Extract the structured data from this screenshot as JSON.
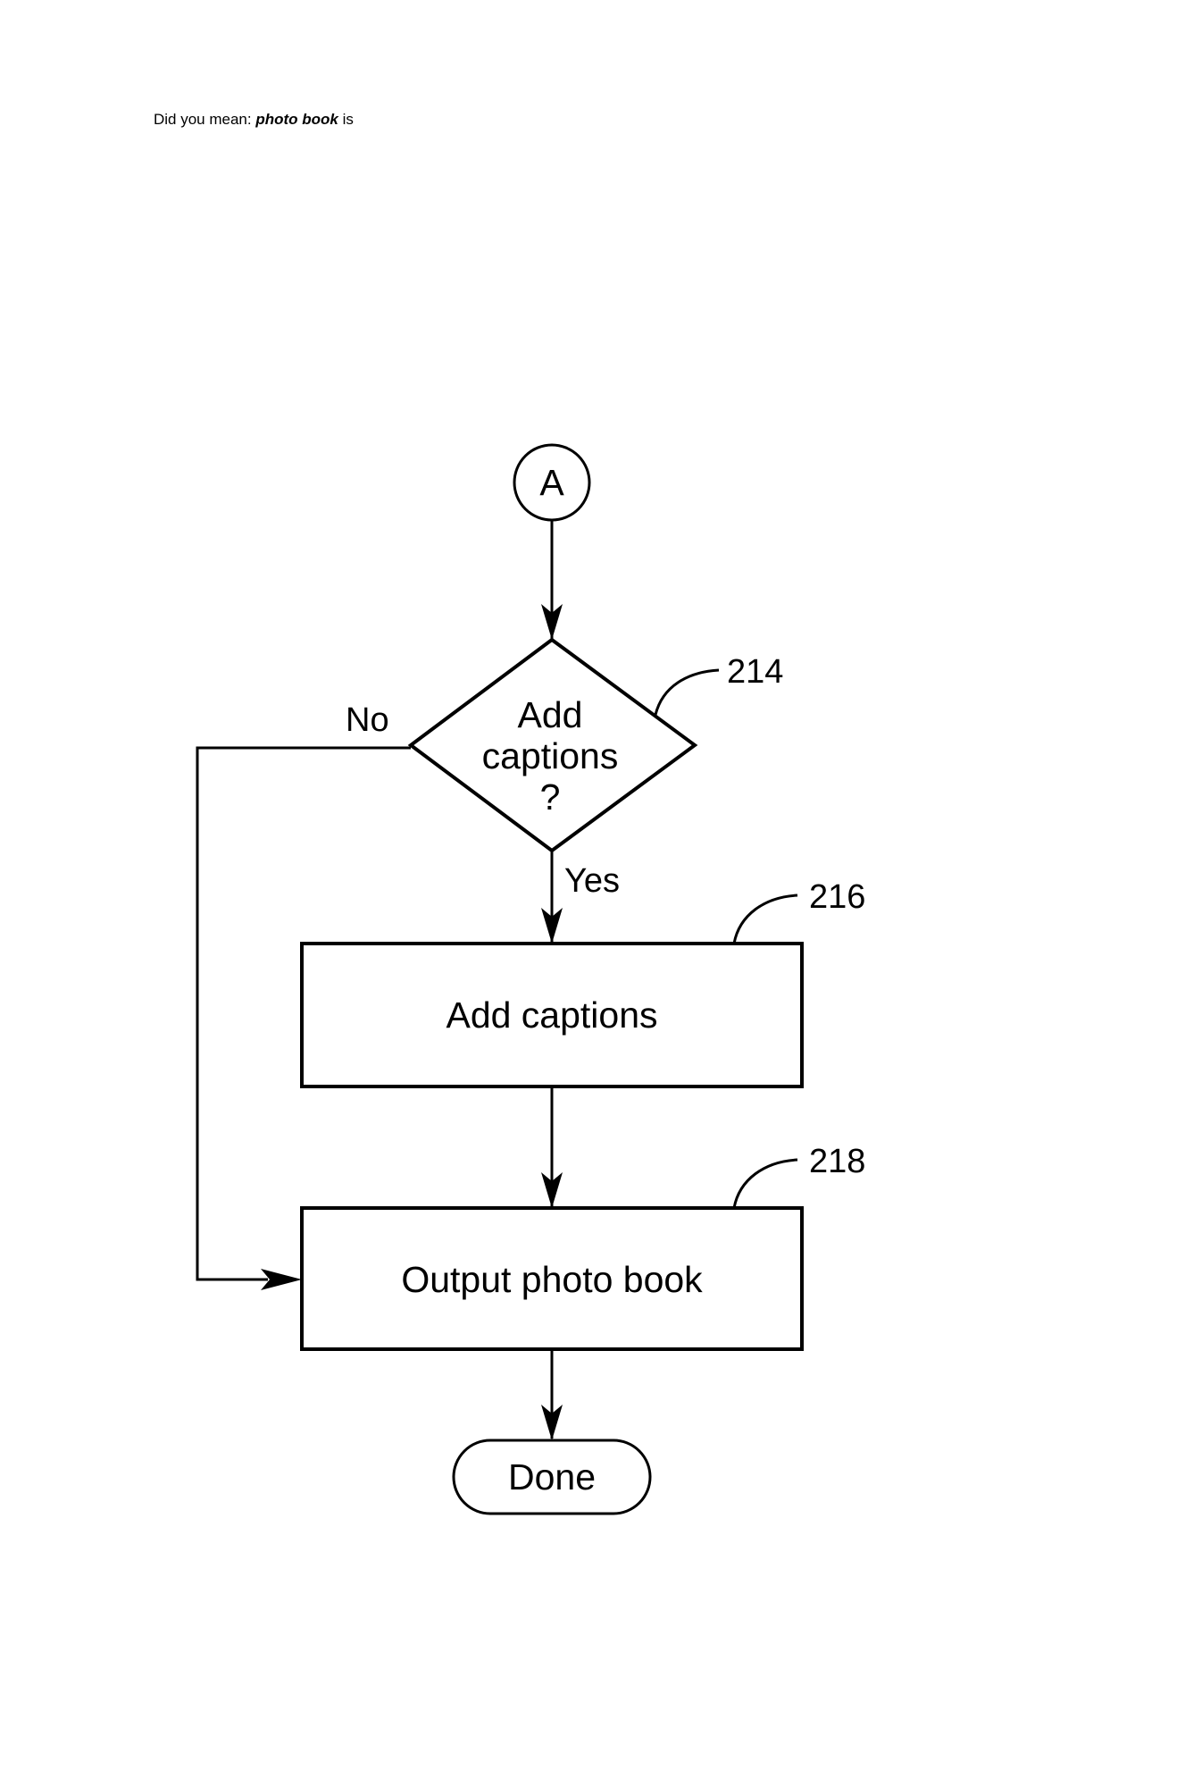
{
  "suggestion": {
    "prefix": "Did you mean:",
    "term": "photo book",
    "suffix": "is"
  },
  "diagram": {
    "connector": {
      "label": "A"
    },
    "decision": {
      "lines": [
        "Add",
        "captions",
        "?"
      ],
      "ref": "214",
      "no_label": "No",
      "yes_label": "Yes"
    },
    "step_add_captions": {
      "label": "Add captions",
      "ref": "216"
    },
    "step_output": {
      "label": "Output photo book",
      "ref": "218"
    },
    "terminal": {
      "label": "Done"
    }
  }
}
